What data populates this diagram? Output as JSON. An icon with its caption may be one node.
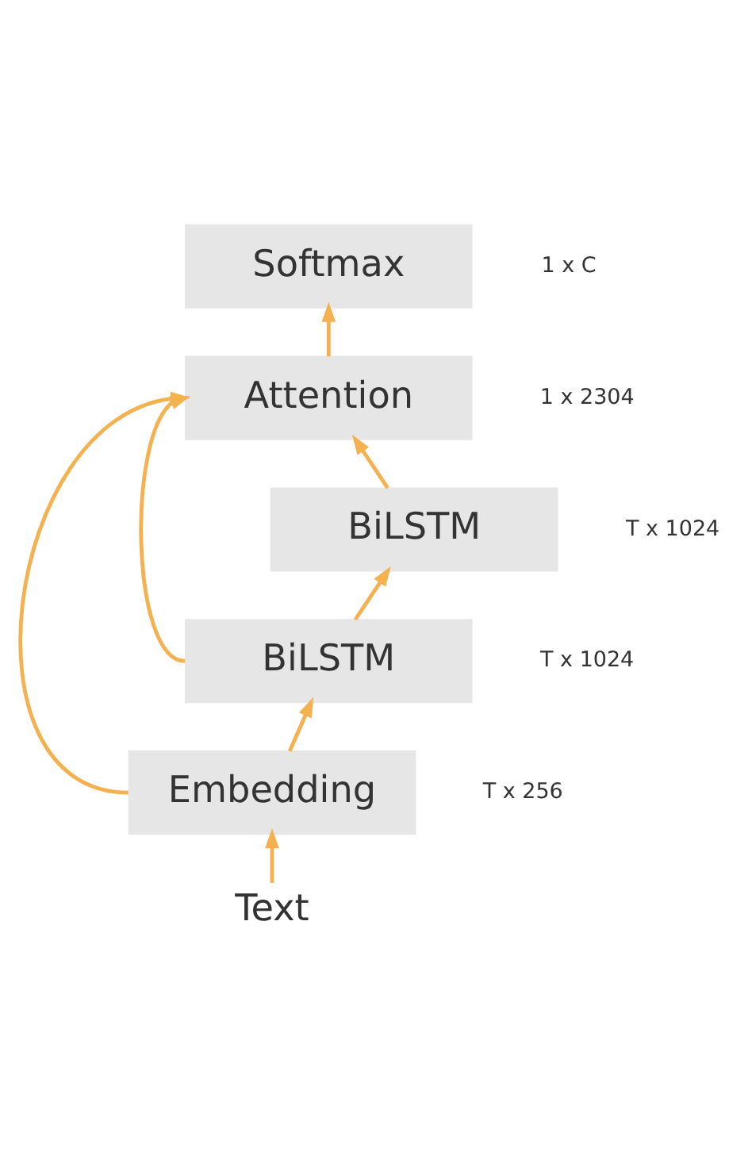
{
  "diagram": {
    "nodes": [
      {
        "text": [
          "Softmax"
        ],
        "beside": [
          "1 x C"
        ]
      },
      {
        "text": [
          "Attention"
        ],
        "beside": [
          "1 x 2304"
        ]
      },
      {
        "text": [
          "BiLSTM"
        ],
        "beside": [
          "T x 1024"
        ]
      },
      {
        "text": [
          "BiLSTM"
        ],
        "beside": [
          "T x 1024"
        ]
      },
      {
        "text": [
          "Embedding"
        ],
        "beside": [
          "T x 256"
        ]
      },
      {
        "text": [
          "Text"
        ]
      }
    ],
    "edges": [
      {
        "from": 5,
        "to": 4,
        "arrow": "to"
      },
      {
        "from": 4,
        "to": 3,
        "arrow": "to"
      },
      {
        "from": 3,
        "to": 2,
        "arrow": "to"
      },
      {
        "from": 2,
        "to": 1,
        "arrow": "to"
      },
      {
        "from": 1,
        "to": 0,
        "arrow": "to"
      },
      {
        "from": 3,
        "to": 1,
        "arrow": "to"
      },
      {
        "from": 4,
        "to": 1,
        "arrow": "to"
      }
    ]
  }
}
